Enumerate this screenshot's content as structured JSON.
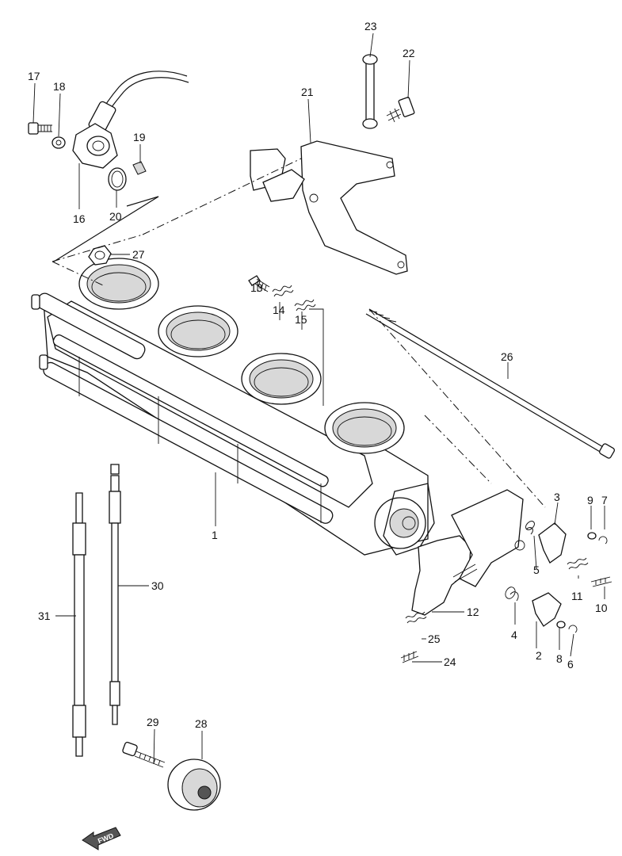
{
  "diagram": {
    "callouts": [
      {
        "id": "c1",
        "text": "1"
      },
      {
        "id": "c2",
        "text": "2"
      },
      {
        "id": "c3",
        "text": "3"
      },
      {
        "id": "c4",
        "text": "4"
      },
      {
        "id": "c5",
        "text": "5"
      },
      {
        "id": "c6",
        "text": "6"
      },
      {
        "id": "c7",
        "text": "7"
      },
      {
        "id": "c8",
        "text": "8"
      },
      {
        "id": "c9",
        "text": "9"
      },
      {
        "id": "c10",
        "text": "10"
      },
      {
        "id": "c11",
        "text": "11"
      },
      {
        "id": "c12",
        "text": "12"
      },
      {
        "id": "c13",
        "text": "13"
      },
      {
        "id": "c14",
        "text": "14"
      },
      {
        "id": "c15",
        "text": "15"
      },
      {
        "id": "c16",
        "text": "16"
      },
      {
        "id": "c17",
        "text": "17"
      },
      {
        "id": "c18",
        "text": "18"
      },
      {
        "id": "c19",
        "text": "19"
      },
      {
        "id": "c20",
        "text": "20"
      },
      {
        "id": "c21",
        "text": "21"
      },
      {
        "id": "c22",
        "text": "22"
      },
      {
        "id": "c23",
        "text": "23"
      },
      {
        "id": "c24",
        "text": "24"
      },
      {
        "id": "c25",
        "text": "25"
      },
      {
        "id": "c26",
        "text": "26"
      },
      {
        "id": "c27",
        "text": "27"
      },
      {
        "id": "c28",
        "text": "28"
      },
      {
        "id": "c29",
        "text": "29"
      },
      {
        "id": "c30",
        "text": "30"
      },
      {
        "id": "c31",
        "text": "31"
      }
    ],
    "fwd_label": "FWD"
  }
}
